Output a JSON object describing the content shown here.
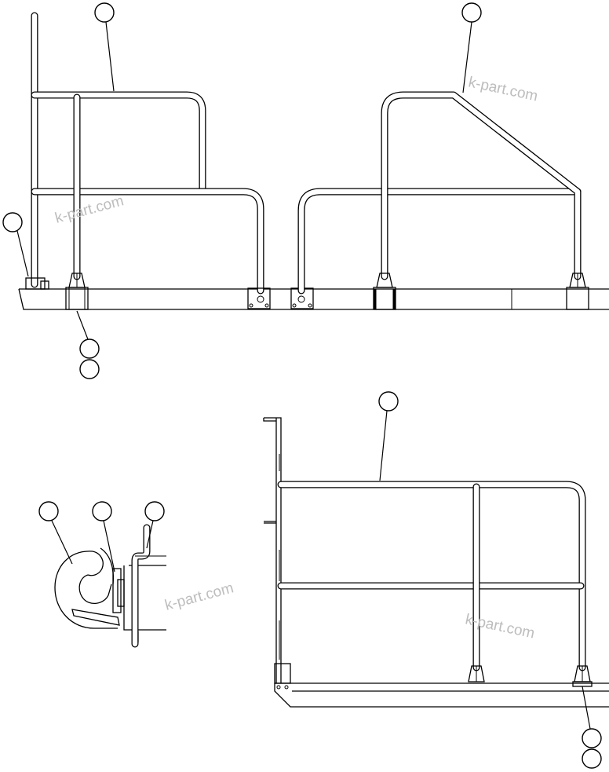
{
  "watermark": {
    "text_1": "k-part.com",
    "text_2": "k-part.com",
    "text_3": "k-part.com",
    "text_4": "k-part.com"
  },
  "callouts": {
    "top_left_handrail": "",
    "top_right_handrail": "",
    "left_post": "",
    "bottom_bracket_1": "",
    "bottom_bracket_2": "",
    "detail_hook": "",
    "detail_bolt": "",
    "detail_rail": "",
    "side_handrail": "",
    "side_bracket_1": "",
    "side_bracket_2": ""
  },
  "colors": {
    "line": "#000000",
    "watermark": "#bdbdbd",
    "background": "#ffffff"
  }
}
